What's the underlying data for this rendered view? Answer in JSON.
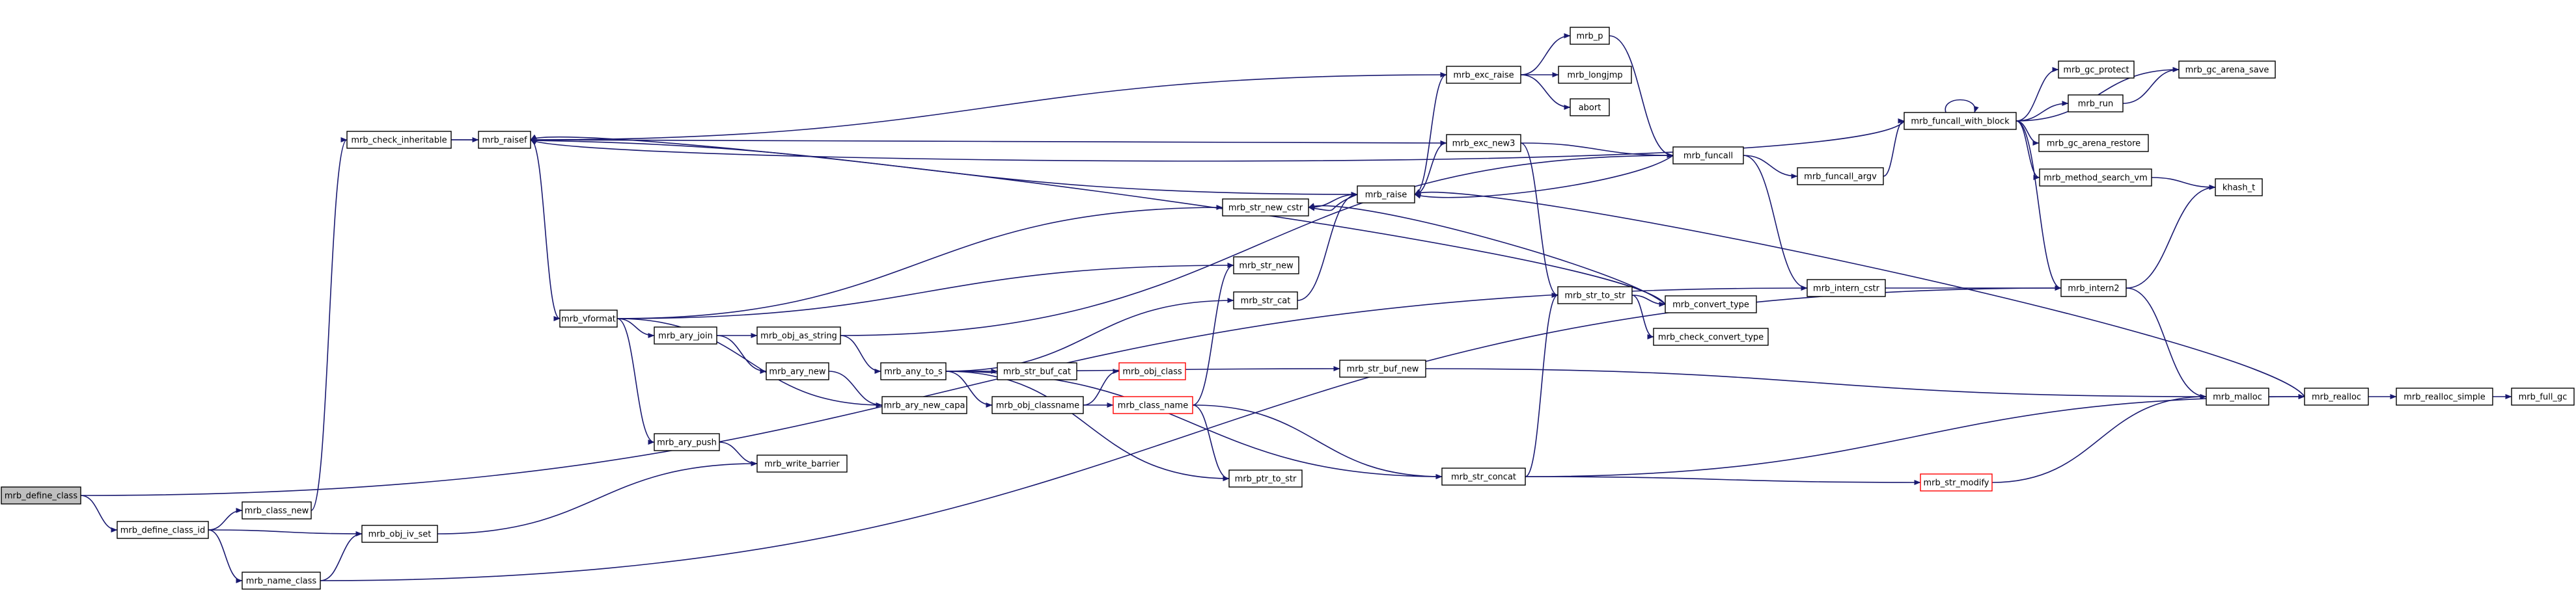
{
  "colors": {
    "edge": "#191970",
    "root_fill": "#bfbfbf",
    "node_fill": "#ffffff",
    "red_border": "#ff0000"
  },
  "nodes": [
    {
      "id": "mrb_define_class",
      "label": "mrb_define_class",
      "root": true
    },
    {
      "id": "mrb_define_class_id",
      "label": "mrb_define_class_id"
    },
    {
      "id": "mrb_class_new",
      "label": "mrb_class_new"
    },
    {
      "id": "mrb_check_inheritable",
      "label": "mrb_check_inheritable"
    },
    {
      "id": "mrb_raisef",
      "label": "mrb_raisef"
    },
    {
      "id": "mrb_vformat",
      "label": "mrb_vformat"
    },
    {
      "id": "mrb_ary_join",
      "label": "mrb_ary_join"
    },
    {
      "id": "mrb_ary_new",
      "label": "mrb_ary_new"
    },
    {
      "id": "mrb_ary_push",
      "label": "mrb_ary_push"
    },
    {
      "id": "mrb_obj_as_string",
      "label": "mrb_obj_as_string"
    },
    {
      "id": "mrb_any_to_s",
      "label": "mrb_any_to_s"
    },
    {
      "id": "mrb_ary_new_capa",
      "label": "mrb_ary_new_capa"
    },
    {
      "id": "mrb_write_barrier",
      "label": "mrb_write_barrier"
    },
    {
      "id": "mrb_obj_iv_set",
      "label": "mrb_obj_iv_set"
    },
    {
      "id": "mrb_name_class",
      "label": "mrb_name_class"
    },
    {
      "id": "mrb_str_buf_cat",
      "label": "mrb_str_buf_cat"
    },
    {
      "id": "mrb_obj_classname",
      "label": "mrb_obj_classname"
    },
    {
      "id": "mrb_obj_class",
      "label": "mrb_obj_class",
      "red": true
    },
    {
      "id": "mrb_class_name",
      "label": "mrb_class_name",
      "red": true
    },
    {
      "id": "mrb_str_new_cstr",
      "label": "mrb_str_new_cstr"
    },
    {
      "id": "mrb_str_new",
      "label": "mrb_str_new"
    },
    {
      "id": "mrb_str_cat",
      "label": "mrb_str_cat"
    },
    {
      "id": "mrb_ptr_to_str",
      "label": "mrb_ptr_to_str"
    },
    {
      "id": "mrb_raise",
      "label": "mrb_raise"
    },
    {
      "id": "mrb_exc_raise",
      "label": "mrb_exc_raise"
    },
    {
      "id": "mrb_p",
      "label": "mrb_p"
    },
    {
      "id": "mrb_longjmp",
      "label": "mrb_longjmp"
    },
    {
      "id": "abort",
      "label": "abort"
    },
    {
      "id": "mrb_exc_new3",
      "label": "mrb_exc_new3"
    },
    {
      "id": "mrb_str_buf_new",
      "label": "mrb_str_buf_new"
    },
    {
      "id": "mrb_str_concat",
      "label": "mrb_str_concat"
    },
    {
      "id": "mrb_str_to_str",
      "label": "mrb_str_to_str"
    },
    {
      "id": "mrb_check_convert_type",
      "label": "mrb_check_convert_type"
    },
    {
      "id": "mrb_convert_type",
      "label": "mrb_convert_type"
    },
    {
      "id": "mrb_funcall",
      "label": "mrb_funcall"
    },
    {
      "id": "mrb_intern_cstr",
      "label": "mrb_intern_cstr"
    },
    {
      "id": "mrb_funcall_argv",
      "label": "mrb_funcall_argv"
    },
    {
      "id": "mrb_funcall_with_block",
      "label": "mrb_funcall_with_block"
    },
    {
      "id": "mrb_intern2",
      "label": "mrb_intern2"
    },
    {
      "id": "mrb_str_modify",
      "label": "mrb_str_modify",
      "red": true
    },
    {
      "id": "mrb_malloc",
      "label": "mrb_malloc"
    },
    {
      "id": "mrb_realloc",
      "label": "mrb_realloc"
    },
    {
      "id": "mrb_realloc_simple",
      "label": "mrb_realloc_simple"
    },
    {
      "id": "mrb_full_gc",
      "label": "mrb_full_gc"
    },
    {
      "id": "mrb_gc_protect",
      "label": "mrb_gc_protect"
    },
    {
      "id": "mrb_gc_arena_save",
      "label": "mrb_gc_arena_save"
    },
    {
      "id": "mrb_run",
      "label": "mrb_run"
    },
    {
      "id": "mrb_gc_arena_restore",
      "label": "mrb_gc_arena_restore"
    },
    {
      "id": "mrb_method_search_vm",
      "label": "mrb_method_search_vm"
    },
    {
      "id": "khash_t",
      "label": "khash_t"
    }
  ],
  "edges": [
    [
      "mrb_define_class",
      "mrb_define_class_id"
    ],
    [
      "mrb_define_class",
      "mrb_intern_cstr"
    ],
    [
      "mrb_define_class_id",
      "mrb_class_new"
    ],
    [
      "mrb_define_class_id",
      "mrb_obj_iv_set"
    ],
    [
      "mrb_define_class_id",
      "mrb_name_class"
    ],
    [
      "mrb_class_new",
      "mrb_check_inheritable"
    ],
    [
      "mrb_check_inheritable",
      "mrb_raisef"
    ],
    [
      "mrb_check_inheritable",
      "mrb_raise"
    ],
    [
      "mrb_raisef",
      "mrb_vformat"
    ],
    [
      "mrb_raisef",
      "mrb_exc_raise"
    ],
    [
      "mrb_raisef",
      "mrb_exc_new3"
    ],
    [
      "mrb_vformat",
      "mrb_ary_join"
    ],
    [
      "mrb_vformat",
      "mrb_ary_new_capa"
    ],
    [
      "mrb_vformat",
      "mrb_ary_push"
    ],
    [
      "mrb_vformat",
      "mrb_str_new_cstr"
    ],
    [
      "mrb_vformat",
      "mrb_str_new"
    ],
    [
      "mrb_ary_join",
      "mrb_ary_new"
    ],
    [
      "mrb_ary_join",
      "mrb_obj_as_string"
    ],
    [
      "mrb_ary_new",
      "mrb_ary_new_capa"
    ],
    [
      "mrb_ary_push",
      "mrb_write_barrier"
    ],
    [
      "mrb_obj_as_string",
      "mrb_any_to_s"
    ],
    [
      "mrb_obj_as_string",
      "mrb_funcall"
    ],
    [
      "mrb_any_to_s",
      "mrb_str_buf_cat"
    ],
    [
      "mrb_any_to_s",
      "mrb_obj_classname"
    ],
    [
      "mrb_any_to_s",
      "mrb_str_cat"
    ],
    [
      "mrb_any_to_s",
      "mrb_ptr_to_str"
    ],
    [
      "mrb_any_to_s",
      "mrb_str_buf_new"
    ],
    [
      "mrb_any_to_s",
      "mrb_str_concat"
    ],
    [
      "mrb_obj_classname",
      "mrb_obj_class"
    ],
    [
      "mrb_obj_classname",
      "mrb_class_name"
    ],
    [
      "mrb_class_name",
      "mrb_str_new"
    ],
    [
      "mrb_class_name",
      "mrb_ptr_to_str"
    ],
    [
      "mrb_class_name",
      "mrb_str_concat"
    ],
    [
      "mrb_str_new_cstr",
      "mrb_raise"
    ],
    [
      "mrb_str_cat",
      "mrb_raise"
    ],
    [
      "mrb_raise",
      "mrb_str_new_cstr"
    ],
    [
      "mrb_raise",
      "mrb_exc_raise"
    ],
    [
      "mrb_raise",
      "mrb_exc_new3"
    ],
    [
      "mrb_exc_raise",
      "mrb_p"
    ],
    [
      "mrb_exc_raise",
      "mrb_longjmp"
    ],
    [
      "mrb_exc_raise",
      "abort"
    ],
    [
      "mrb_p",
      "mrb_funcall"
    ],
    [
      "mrb_exc_new3",
      "mrb_funcall"
    ],
    [
      "mrb_exc_new3",
      "mrb_str_to_str"
    ],
    [
      "mrb_str_buf_new",
      "mrb_malloc"
    ],
    [
      "mrb_str_concat",
      "mrb_str_to_str"
    ],
    [
      "mrb_str_concat",
      "mrb_str_modify"
    ],
    [
      "mrb_str_concat",
      "mrb_realloc"
    ],
    [
      "mrb_str_to_str",
      "mrb_check_convert_type"
    ],
    [
      "mrb_str_to_str",
      "mrb_convert_type"
    ],
    [
      "mrb_convert_type",
      "mrb_raisef"
    ],
    [
      "mrb_convert_type",
      "mrb_str_new_cstr"
    ],
    [
      "mrb_funcall",
      "mrb_raise"
    ],
    [
      "mrb_funcall",
      "mrb_funcall_argv"
    ],
    [
      "mrb_funcall",
      "mrb_intern_cstr"
    ],
    [
      "mrb_intern_cstr",
      "mrb_intern2"
    ],
    [
      "mrb_funcall_argv",
      "mrb_funcall_with_block"
    ],
    [
      "mrb_funcall_with_block",
      "mrb_raisef"
    ],
    [
      "mrb_funcall_with_block",
      "mrb_funcall_with_block"
    ],
    [
      "mrb_funcall_with_block",
      "mrb_gc_protect"
    ],
    [
      "mrb_funcall_with_block",
      "mrb_gc_arena_save"
    ],
    [
      "mrb_funcall_with_block",
      "mrb_run"
    ],
    [
      "mrb_funcall_with_block",
      "mrb_gc_arena_restore"
    ],
    [
      "mrb_funcall_with_block",
      "mrb_method_search_vm"
    ],
    [
      "mrb_funcall_with_block",
      "mrb_intern2"
    ],
    [
      "mrb_run",
      "mrb_gc_arena_save"
    ],
    [
      "mrb_method_search_vm",
      "khash_t"
    ],
    [
      "mrb_intern2",
      "khash_t"
    ],
    [
      "mrb_intern2",
      "mrb_malloc"
    ],
    [
      "mrb_name_class",
      "mrb_obj_iv_set"
    ],
    [
      "mrb_name_class",
      "mrb_intern2"
    ],
    [
      "mrb_obj_iv_set",
      "mrb_write_barrier"
    ],
    [
      "mrb_str_modify",
      "mrb_malloc"
    ],
    [
      "mrb_malloc",
      "mrb_realloc"
    ],
    [
      "mrb_realloc",
      "mrb_realloc_simple"
    ],
    [
      "mrb_realloc",
      "mrb_raise"
    ],
    [
      "mrb_realloc_simple",
      "mrb_full_gc"
    ]
  ]
}
